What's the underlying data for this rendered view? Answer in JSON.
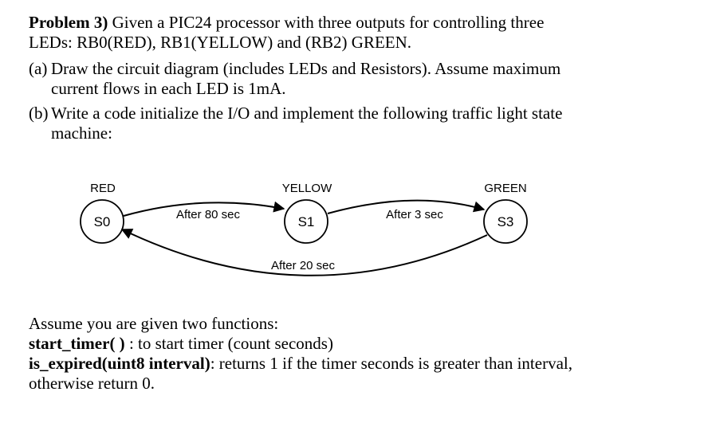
{
  "problem": {
    "heading": "Problem 3)",
    "intro_line1": "Given a PIC24 processor with three outputs for controlling three",
    "intro_line2": "LEDs: RB0(RED), RB1(YELLOW) and (RB2) GREEN.",
    "part_a": {
      "marker": "(a)",
      "line1": "Draw the circuit diagram (includes LEDs and Resistors). Assume maximum",
      "line2": "current flows in each LED is 1mA."
    },
    "part_b": {
      "marker": "(b)",
      "line1": "Write a code initialize the I/O and implement the following traffic light  state",
      "line2": "machine:"
    }
  },
  "state_machine": {
    "states": [
      {
        "id": "S0",
        "label": "RED"
      },
      {
        "id": "S1",
        "label": "YELLOW"
      },
      {
        "id": "S3",
        "label": "GREEN"
      }
    ],
    "transitions": [
      {
        "from": "S0",
        "to": "S1",
        "label": "After 80 sec"
      },
      {
        "from": "S1",
        "to": "S3",
        "label": "After 3 sec"
      },
      {
        "from": "S3",
        "to": "S0",
        "label": "After 20 sec"
      }
    ]
  },
  "functions": {
    "intro": "Assume you are given two functions:",
    "start_timer_name": "start_timer( )",
    "start_timer_desc": " :  to start timer (count seconds)",
    "is_expired_name": "is_expired(uint8 interval)",
    "is_expired_desc": ": returns 1 if the  timer seconds is greater than interval,",
    "is_expired_line2": "otherwise return 0."
  }
}
